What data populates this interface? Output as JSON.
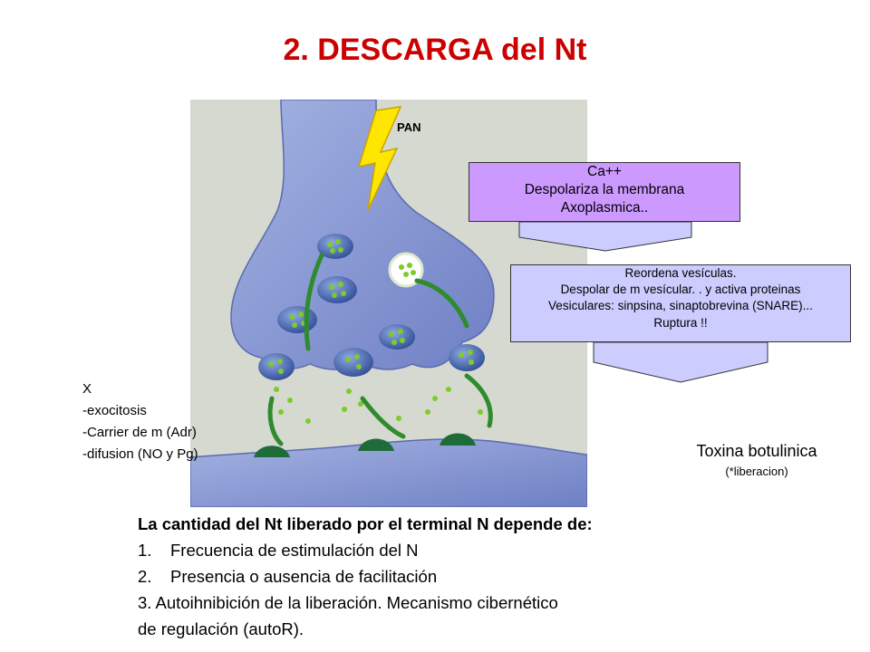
{
  "title": "2. DESCARGA del Nt",
  "illustration": {
    "pan_label": "PAN"
  },
  "box1": {
    "lines": [
      "Ca++",
      "Despolariza la membrana",
      "Axoplasmica.."
    ]
  },
  "box2": {
    "lines": [
      "Reordena vesículas.",
      "Despolar de m vesícular. . y activa proteinas",
      "Vesiculares: sinpsina, sinaptobrevina (SNARE)...",
      "Ruptura !!"
    ]
  },
  "left_notes": {
    "lines": [
      "X",
      "-exocitosis",
      "-Carrier de m (Adr)",
      "-difusion (NO y Pg)"
    ]
  },
  "toxina": {
    "title": "Toxina botulinica",
    "subtitle": "(*liberacion)"
  },
  "factors": {
    "heading": "La cantidad del Nt liberado por el terminal N depende de:",
    "items": [
      {
        "num": "1.",
        "text": "Frecuencia de estimulación del N"
      },
      {
        "num": "2.",
        "text": "Presencia o ausencia de facilitación"
      }
    ],
    "item3_line1": "3. Autoihnibición de la liberación. Mecanismo cibernético",
    "item3_line2": "de regulación (autoR)."
  },
  "colors": {
    "title": "#cc0000",
    "box1": "#cc99ff",
    "box2": "#ccccff",
    "neuron": "#7f8fcc",
    "vesicle": "#3d5aa8",
    "nt": "#7ccc2a"
  }
}
